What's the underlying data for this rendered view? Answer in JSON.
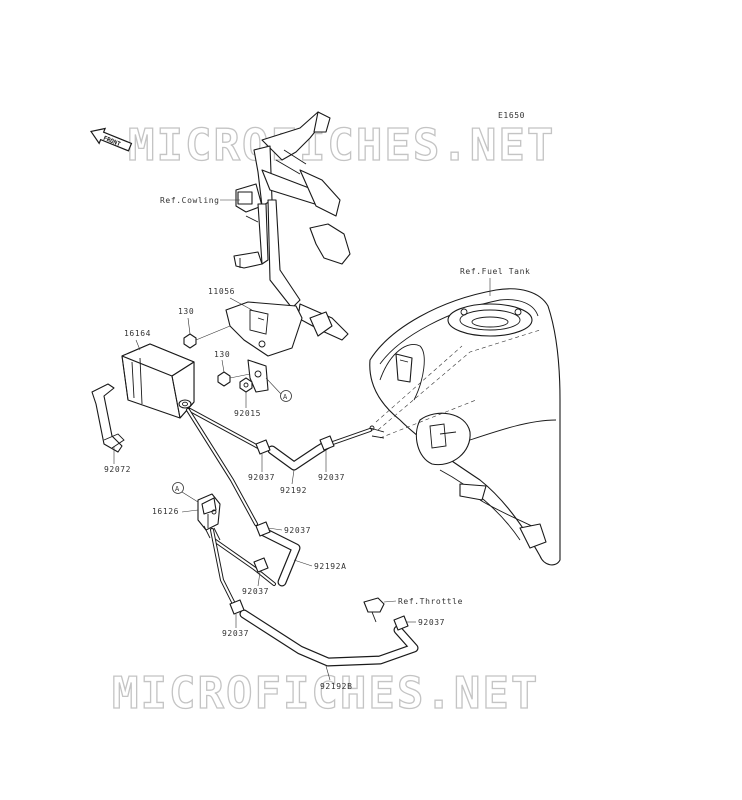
{
  "diagram_code": "E1650",
  "front_label": "FRONT",
  "watermark": "MICROFICHES.NET",
  "refs": {
    "cowling": "Ref.Cowling",
    "fuel_tank": "Ref.Fuel Tank",
    "throttle": "Ref.Throttle"
  },
  "callout_a": "A",
  "parts": {
    "p11056": "11056",
    "p130_upper": "130",
    "p130_lower": "130",
    "p16164": "16164",
    "p92015": "92015",
    "p92072": "92072",
    "p16126": "16126",
    "p92037_a": "92037",
    "p92192": "92192",
    "p92037_b": "92037",
    "p92037_c": "92037",
    "p92192a": "92192A",
    "p92037_d": "92037",
    "p92037_e": "92037",
    "p92037_f": "92037",
    "p92192b": "92192B"
  }
}
